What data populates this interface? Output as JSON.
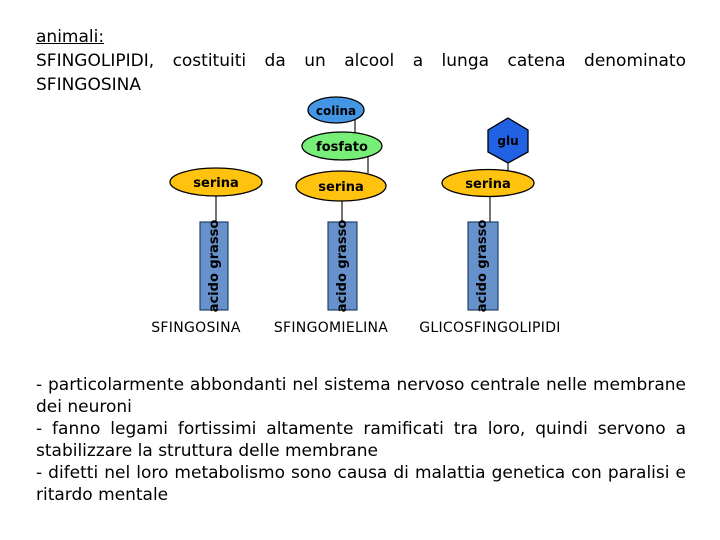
{
  "slide": {
    "heading": "animali:",
    "intro": "SFINGOLIPIDI, costituiti da un alcool a lunga catena denominato SFINGOSINA",
    "bullets": [
      "- particolarmente abbondanti nel sistema nervoso centrale nelle membrane dei neuroni",
      "- fanno legami fortissimi altamente ramificati tra loro, quindi servono a stabilizzare la struttura delle membrane",
      "- difetti nel loro metabolismo sono causa di malattia genetica con paralisi e ritardo mentale"
    ]
  },
  "diagram": {
    "nodes": {
      "colina": "colina",
      "fosfato": "fosfato",
      "serina": "serina",
      "glu": "glu",
      "acido_grasso": "acido grasso"
    },
    "labels": [
      "SFINGOSINA",
      "SFINGOMIELINA",
      "GLICOSFINGOLIPIDI"
    ],
    "colors": {
      "colina": "#4496E4",
      "fosfato": "#77EE77",
      "serina": "#FFC20E",
      "glu": "#2161E4",
      "fatty_acid_bar": "#6691CB",
      "fatty_acid_text": "#1F1F7A",
      "outline": "#000000"
    }
  }
}
